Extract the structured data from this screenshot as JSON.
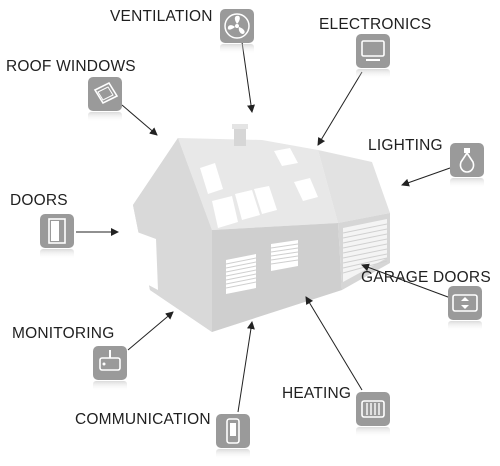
{
  "labels": {
    "ventilation": "VENTILATION",
    "electronics": "ELECTRONICS",
    "roof_windows": "ROOF WINDOWS",
    "lighting": "LIGHTING",
    "doors": "DOORS",
    "garage_doors": "GARAGE DOORS",
    "monitoring": "MONITORING",
    "heating": "HEATING",
    "communication": "COMMUNICATION"
  },
  "icons": {
    "ventilation": "fan-icon",
    "electronics": "monitor-icon",
    "roof_windows": "roof-window-icon",
    "lighting": "light-bulb-icon",
    "doors": "door-icon",
    "garage_doors": "garage-door-icon",
    "monitoring": "camera-icon",
    "heating": "radiator-icon",
    "communication": "phone-icon"
  },
  "colors": {
    "house_wall": "#d8d8d8",
    "house_roof": "#e6e6e6",
    "icon_tile": "#9a9a9a",
    "arrow": "#222222"
  }
}
